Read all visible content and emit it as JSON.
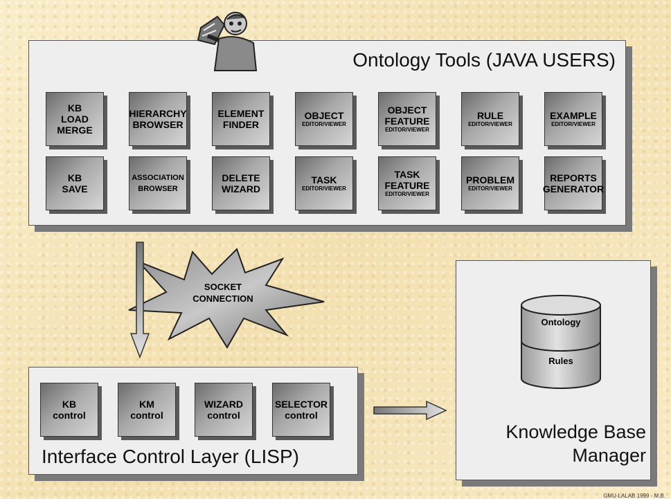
{
  "ontology_tools": {
    "title": "Ontology  Tools (JAVA USERS)",
    "rows": [
      [
        {
          "main": "KB\nLOAD\nMERGE",
          "sub": ""
        },
        {
          "main": "HIERARCHY\nBROWSER",
          "sub": ""
        },
        {
          "main": "ELEMENT\nFINDER",
          "sub": ""
        },
        {
          "main": "OBJECT",
          "sub": "EDITOR/VIEWER"
        },
        {
          "main": "OBJECT\nFEATURE",
          "sub": "EDITOR/VIEWER"
        },
        {
          "main": "RULE",
          "sub": "EDITOR/VIEWER"
        },
        {
          "main": "EXAMPLE",
          "sub": "EDITOR/VIEWER"
        }
      ],
      [
        {
          "main": "KB\nSAVE",
          "sub": ""
        },
        {
          "main": "ASSOCIATION\nBROWSER",
          "sub": ""
        },
        {
          "main": "DELETE\nWIZARD",
          "sub": ""
        },
        {
          "main": "TASK",
          "sub": "EDITOR/VIEWER"
        },
        {
          "main": "TASK\nFEATURE",
          "sub": "EDITOR/VIEWER"
        },
        {
          "main": "PROBLEM",
          "sub": "EDITOR/VIEWER"
        },
        {
          "main": "REPORTS\nGENERATOR",
          "sub": ""
        }
      ]
    ]
  },
  "socket": {
    "label": "SOCKET\nCONNECTION"
  },
  "interface_layer": {
    "title": "Interface Control Layer (LISP)",
    "controls": [
      "KB\ncontrol",
      "KM\ncontrol",
      "WIZARD\ncontrol",
      "SELECTOR\ncontrol"
    ]
  },
  "kb_manager": {
    "title": "Knowledge Base\nManager",
    "db_top": "Ontology",
    "db_bottom": "Rules"
  },
  "footer": "GMU-LALAB 1999 - M.B.",
  "icons": [
    "user-figure-icon",
    "database-cylinder-icon",
    "down-arrow-icon",
    "right-arrow-icon",
    "starburst-icon"
  ]
}
